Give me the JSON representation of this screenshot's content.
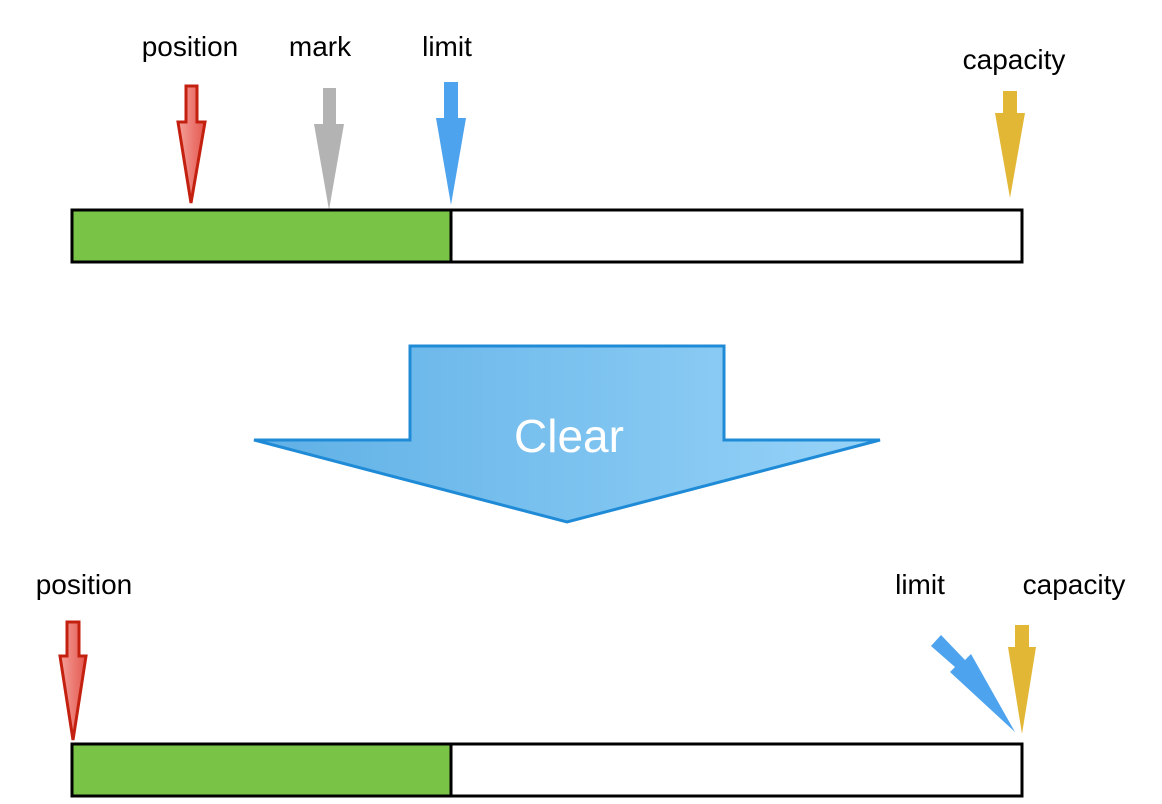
{
  "before": {
    "labels": {
      "position": "position",
      "mark": "mark",
      "limit": "limit",
      "capacity": "capacity"
    }
  },
  "operation": {
    "label": "Clear"
  },
  "after": {
    "labels": {
      "position": "position",
      "limit": "limit",
      "capacity": "capacity"
    }
  },
  "colors": {
    "position_fill": "#ec6a63",
    "position_stroke": "#c4200f",
    "mark": "#b3b3b3",
    "limit": "#4da3ee",
    "capacity": "#e2b735",
    "data_fill": "#79c447",
    "buffer_stroke": "#000000",
    "clear_arrow_light": "#97d3f8",
    "clear_arrow_dark": "#5fb0e6",
    "clear_arrow_stroke": "#1f8bd6"
  },
  "icons": {
    "position": "down-arrow-icon",
    "mark": "down-arrow-icon",
    "limit": "down-arrow-icon",
    "capacity": "down-arrow-icon",
    "clear": "big-down-arrow-icon"
  }
}
